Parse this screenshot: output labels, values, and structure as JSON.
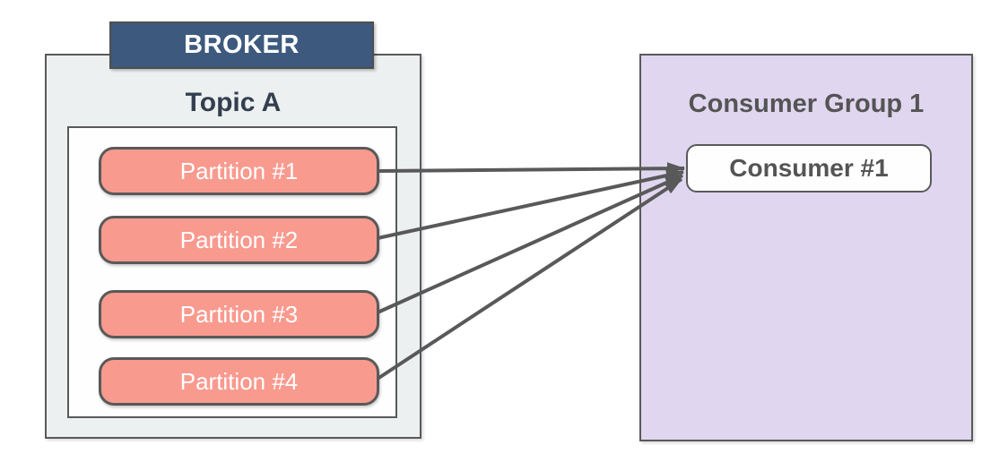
{
  "broker": {
    "title": "BROKER",
    "topic": {
      "title": "Topic A",
      "partitions": [
        {
          "label": "Partition #1"
        },
        {
          "label": "Partition #2"
        },
        {
          "label": "Partition #3"
        },
        {
          "label": "Partition #4"
        }
      ]
    }
  },
  "consumer_group": {
    "title": "Consumer Group 1",
    "consumers": [
      {
        "label": "Consumer #1"
      }
    ]
  },
  "connections": [
    {
      "from": "Partition #1",
      "to": "Consumer #1"
    },
    {
      "from": "Partition #2",
      "to": "Consumer #1"
    },
    {
      "from": "Partition #3",
      "to": "Consumer #1"
    },
    {
      "from": "Partition #4",
      "to": "Consumer #1"
    }
  ],
  "colors": {
    "canvas_bg": "#FFFFFF",
    "broker_header_fill": "#3D5A7E",
    "broker_header_text": "#FFFFFF",
    "broker_box_fill": "#ECF0F1",
    "topic_box_fill": "#FEFEFE",
    "topic_title_text": "#333F4F",
    "partition_fill": "#F99A8F",
    "partition_text": "#FFFFFF",
    "consumer_group_fill": "#E0D6EF",
    "consumer_box_fill": "#FEFEFE",
    "consumer_text": "#545454",
    "border": "#595959",
    "arrow": "#595959"
  }
}
